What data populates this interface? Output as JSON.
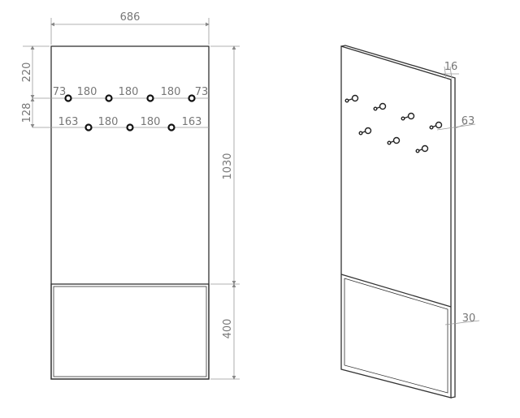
{
  "front_view": {
    "width_label": "686",
    "height_label": "1030",
    "bottom_label": "400",
    "top_offset_label": "220",
    "row_gap_label": "128",
    "row1_labels": [
      "73",
      "180",
      "180",
      "180",
      "73"
    ],
    "row2_labels": [
      "163",
      "180",
      "180",
      "163"
    ]
  },
  "iso_view": {
    "thickness_label": "16",
    "hook_depth_label": "63",
    "frame_depth_label": "30"
  }
}
